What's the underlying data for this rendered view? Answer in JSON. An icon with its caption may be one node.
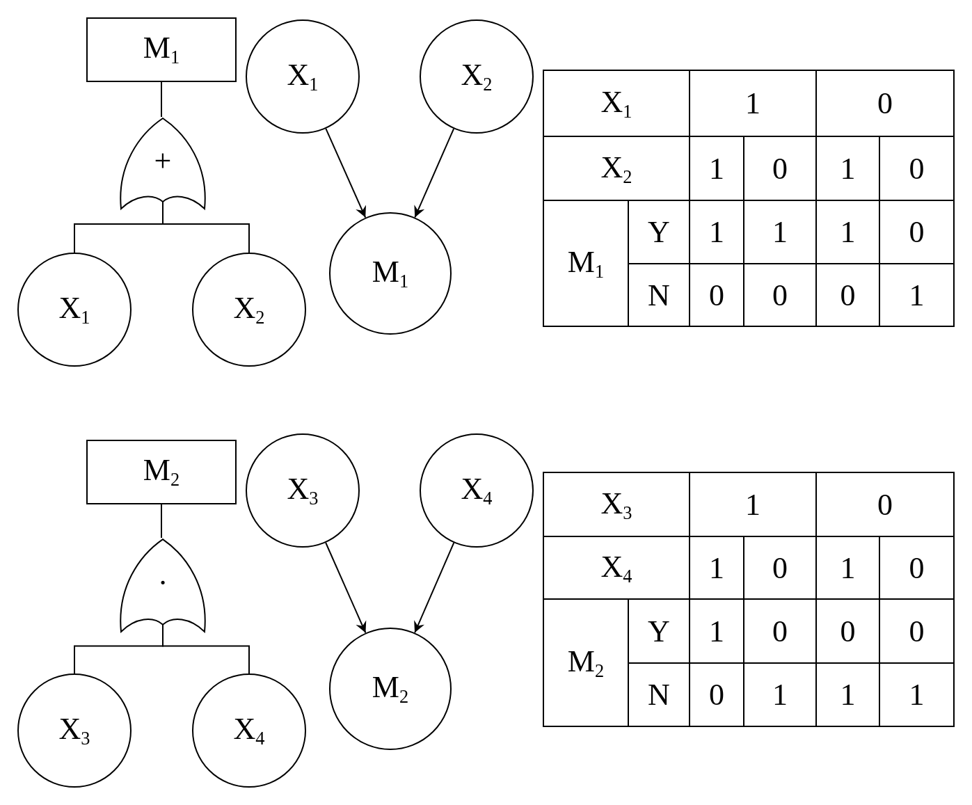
{
  "diagram": {
    "nodes": [
      {
        "text": [
          "M$_{1}$"
        ]
      },
      {
        "text": [
          "+"
        ]
      },
      {
        "text": [
          "X$_{1}$"
        ]
      },
      {
        "text": [
          "X$_{2}$"
        ]
      },
      {
        "text": [
          "X$_{1}$"
        ]
      },
      {
        "text": [
          "X$_{2}$"
        ]
      },
      {
        "text": [
          "M$_{1}$"
        ]
      },
      {
        "text": [
          "M$_{2}$"
        ]
      },
      {
        "text": [
          "·"
        ]
      },
      {
        "text": [
          "X$_{3}$"
        ]
      },
      {
        "text": [
          "X$_{4}$"
        ]
      },
      {
        "text": [
          "X$_{3}$"
        ]
      },
      {
        "text": [
          "X$_{4}$"
        ]
      },
      {
        "text": [
          "M$_{2}$"
        ]
      }
    ],
    "edges": [
      {
        "from": 0,
        "to": 1,
        "arrow": "none"
      },
      {
        "from": 1,
        "to": 2,
        "arrow": "none"
      },
      {
        "from": 1,
        "to": 3,
        "arrow": "none"
      },
      {
        "from": 4,
        "to": 6,
        "arrow": "to"
      },
      {
        "from": 5,
        "to": 6,
        "arrow": "to"
      },
      {
        "from": 7,
        "to": 8,
        "arrow": "none"
      },
      {
        "from": 8,
        "to": 9,
        "arrow": "none"
      },
      {
        "from": 8,
        "to": 10,
        "arrow": "none"
      },
      {
        "from": 11,
        "to": 13,
        "arrow": "to"
      },
      {
        "from": 12,
        "to": 13,
        "arrow": "to"
      }
    ],
    "labels": [
      "X$_{1}$",
      "1",
      "0",
      "X$_{2}$",
      "1",
      "0",
      "1",
      "0",
      "M$_{1}$",
      "Y",
      "1",
      "1",
      "1",
      "0",
      "N",
      "0",
      "0",
      "0",
      "1",
      "X$_{3}$",
      "1",
      "0",
      "X$_{4}$",
      "1",
      "0",
      "1",
      "0",
      "M$_{2}$",
      "Y",
      "1",
      "0",
      "0",
      "0",
      "N",
      "0",
      "1",
      "1",
      "1"
    ]
  }
}
